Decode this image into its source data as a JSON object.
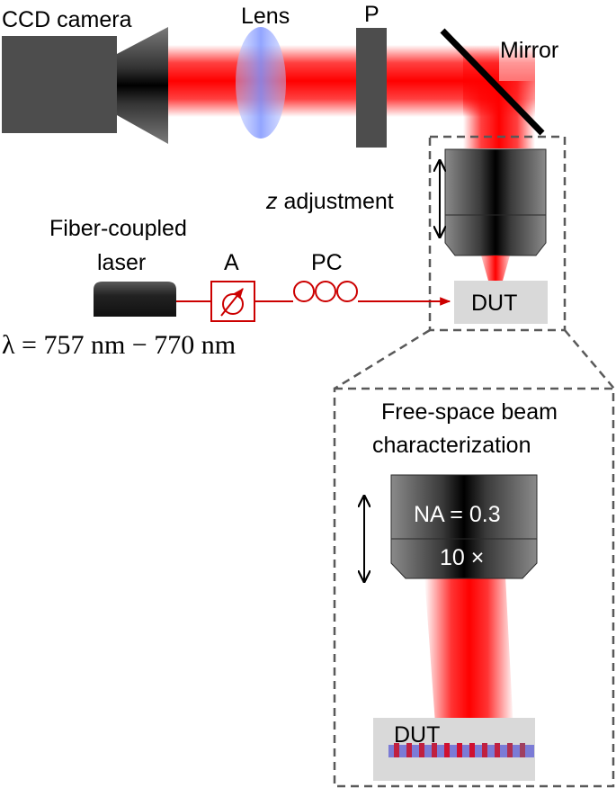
{
  "labels": {
    "ccd_camera": "CCD camera",
    "lens": "Lens",
    "polarizer": "P",
    "mirror": "Mirror",
    "z_italic": "z",
    "z_adjustment": " adjustment",
    "fiber_line1": "Fiber-coupled",
    "fiber_line2": "laser",
    "attenuator": "A",
    "polarization_controller": "PC",
    "dut_top": "DUT",
    "wavelength": "λ = 757 nm − 770 nm",
    "inset_title_line1": "Free-space beam",
    "inset_title_line2": "characterization",
    "objective_na": "NA = 0.3",
    "objective_mag": "10 ×",
    "dut_inset": "DUT"
  },
  "colors": {
    "beam": "#ff0000",
    "fiber": "#cc0000",
    "dark_grey": "#4d4d4d",
    "dut_fill": "#d9d9d9",
    "lens_tint": "#8fa8ff",
    "grating_blue": "#7b7bd6"
  },
  "icons": {
    "variable_attenuator": "attenuator-icon",
    "double_arrow": "double-headed-arrow-icon"
  }
}
